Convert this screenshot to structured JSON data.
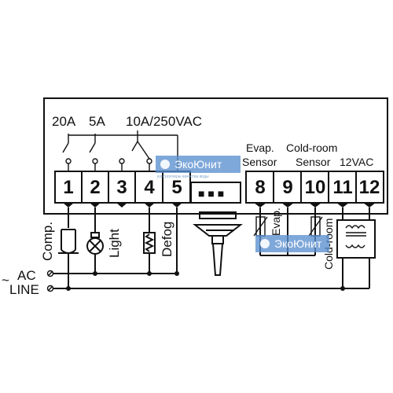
{
  "ratings": {
    "relay1": "20A",
    "relay2": "5A",
    "relay345": "10A/250VAC"
  },
  "sensor_labels": {
    "evap": "Evap.",
    "evap_sensor": "Sensor",
    "coldroom": "Cold-room",
    "coldroom_sensor": "Sensor",
    "power": "12VAC"
  },
  "terminals": [
    "1",
    "2",
    "3",
    "4",
    "5",
    "8",
    "9",
    "10",
    "11",
    "12"
  ],
  "connector_dots": "■ ■ ■",
  "loads": {
    "comp": "Comp.",
    "light": "Light",
    "defog": "Defog",
    "evap_probe": "Evap.",
    "coldroom_probe": "Cold-room"
  },
  "line": {
    "ac": "AC",
    "line": "LINE",
    "tilde": "~"
  },
  "watermark": {
    "brand": "ЭкоЮнит",
    "tagline": "контроллеры качества воды"
  },
  "colors": {
    "ink": "#111111",
    "watermark": "#5b8fd0"
  }
}
